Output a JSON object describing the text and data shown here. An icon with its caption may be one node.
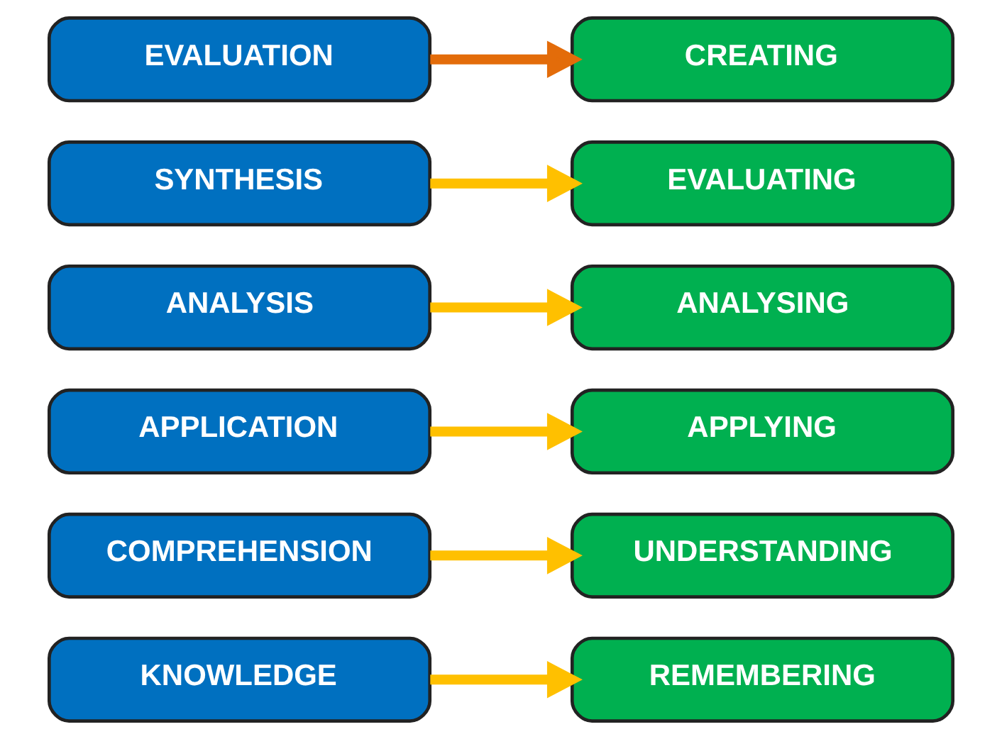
{
  "diagram": {
    "nodes": [
      {
        "text": [
          "EVALUATION"
        ]
      },
      {
        "text": [
          "SYNTHESIS"
        ]
      },
      {
        "text": [
          "ANALYSIS"
        ]
      },
      {
        "text": [
          "APPLICATION"
        ]
      },
      {
        "text": [
          "COMPREHENSION"
        ]
      },
      {
        "text": [
          "KNOWLEDGE"
        ]
      },
      {
        "text": [
          "CREATING"
        ]
      },
      {
        "text": [
          "EVALUATING"
        ]
      },
      {
        "text": [
          "ANALYSING"
        ]
      },
      {
        "text": [
          "APPLYING"
        ]
      },
      {
        "text": [
          "UNDERSTANDING"
        ]
      },
      {
        "text": [
          "REMEMBERING"
        ]
      }
    ],
    "edges": [
      {
        "from": 0,
        "to": 6,
        "arrow": "to",
        "color": "#e36c0a"
      },
      {
        "from": 1,
        "to": 7,
        "arrow": "to"
      },
      {
        "from": 2,
        "to": 8,
        "arrow": "to"
      },
      {
        "from": 3,
        "to": 9,
        "arrow": "to"
      },
      {
        "from": 4,
        "to": 10,
        "arrow": "to"
      },
      {
        "from": 5,
        "to": 11,
        "arrow": "to"
      }
    ]
  }
}
